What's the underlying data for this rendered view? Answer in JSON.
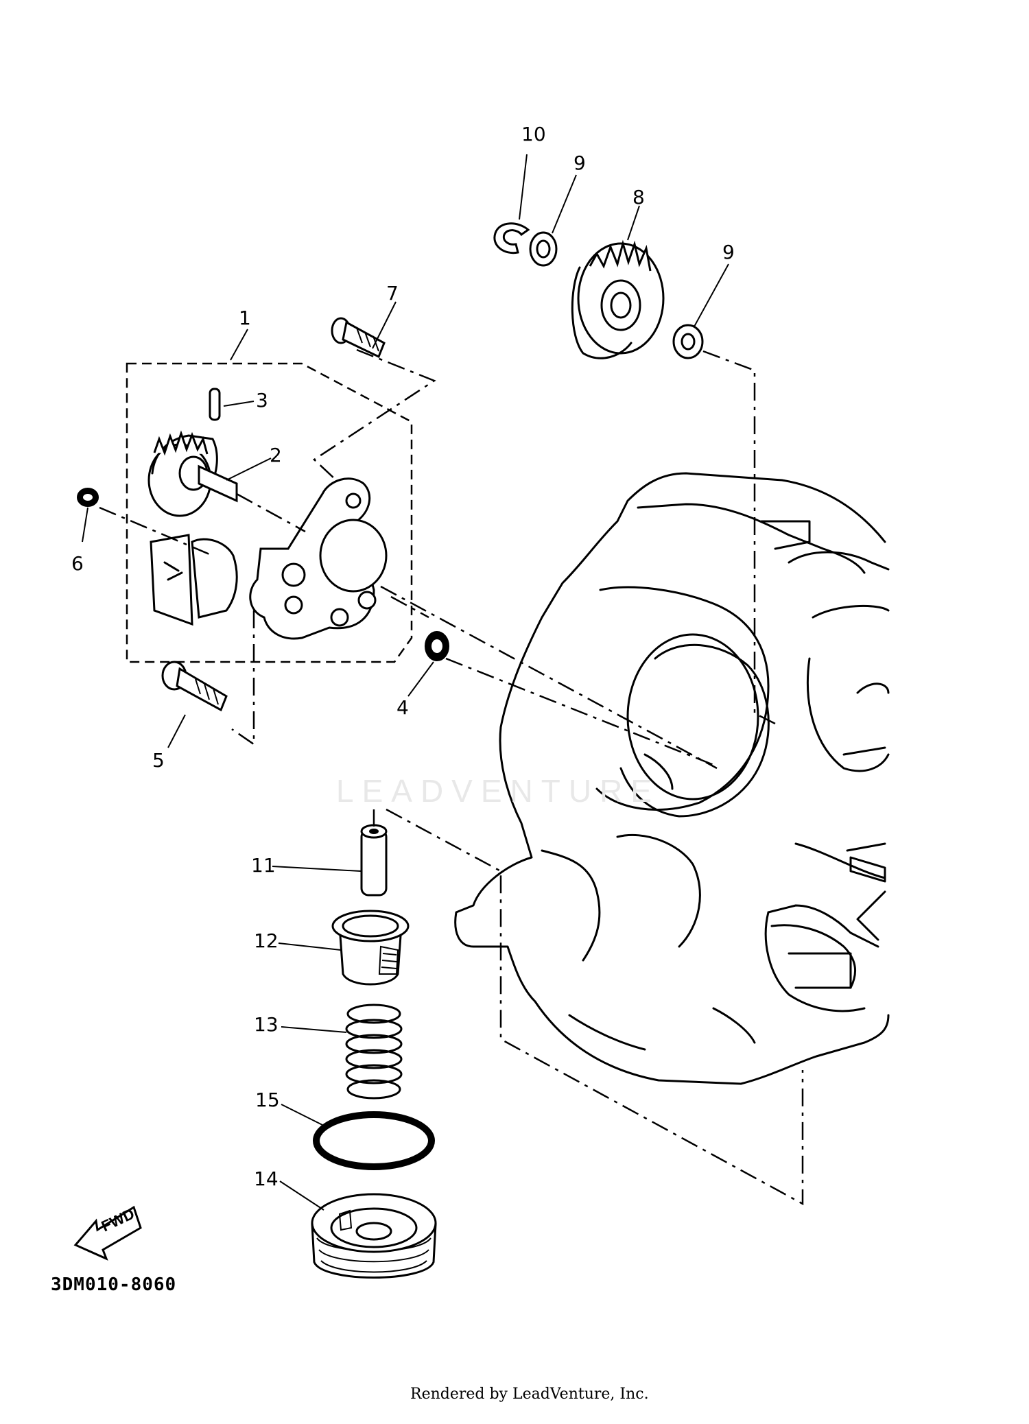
{
  "diagram": {
    "callouts": [
      "1",
      "2",
      "3",
      "4",
      "5",
      "6",
      "7",
      "8",
      "9",
      "9",
      "10",
      "11",
      "12",
      "13",
      "14",
      "15"
    ],
    "part_code": "3DM010-8060",
    "forward_label": "FWD",
    "watermark": "LEADVENTURE",
    "footer": "Rendered by LeadVenture, Inc."
  }
}
